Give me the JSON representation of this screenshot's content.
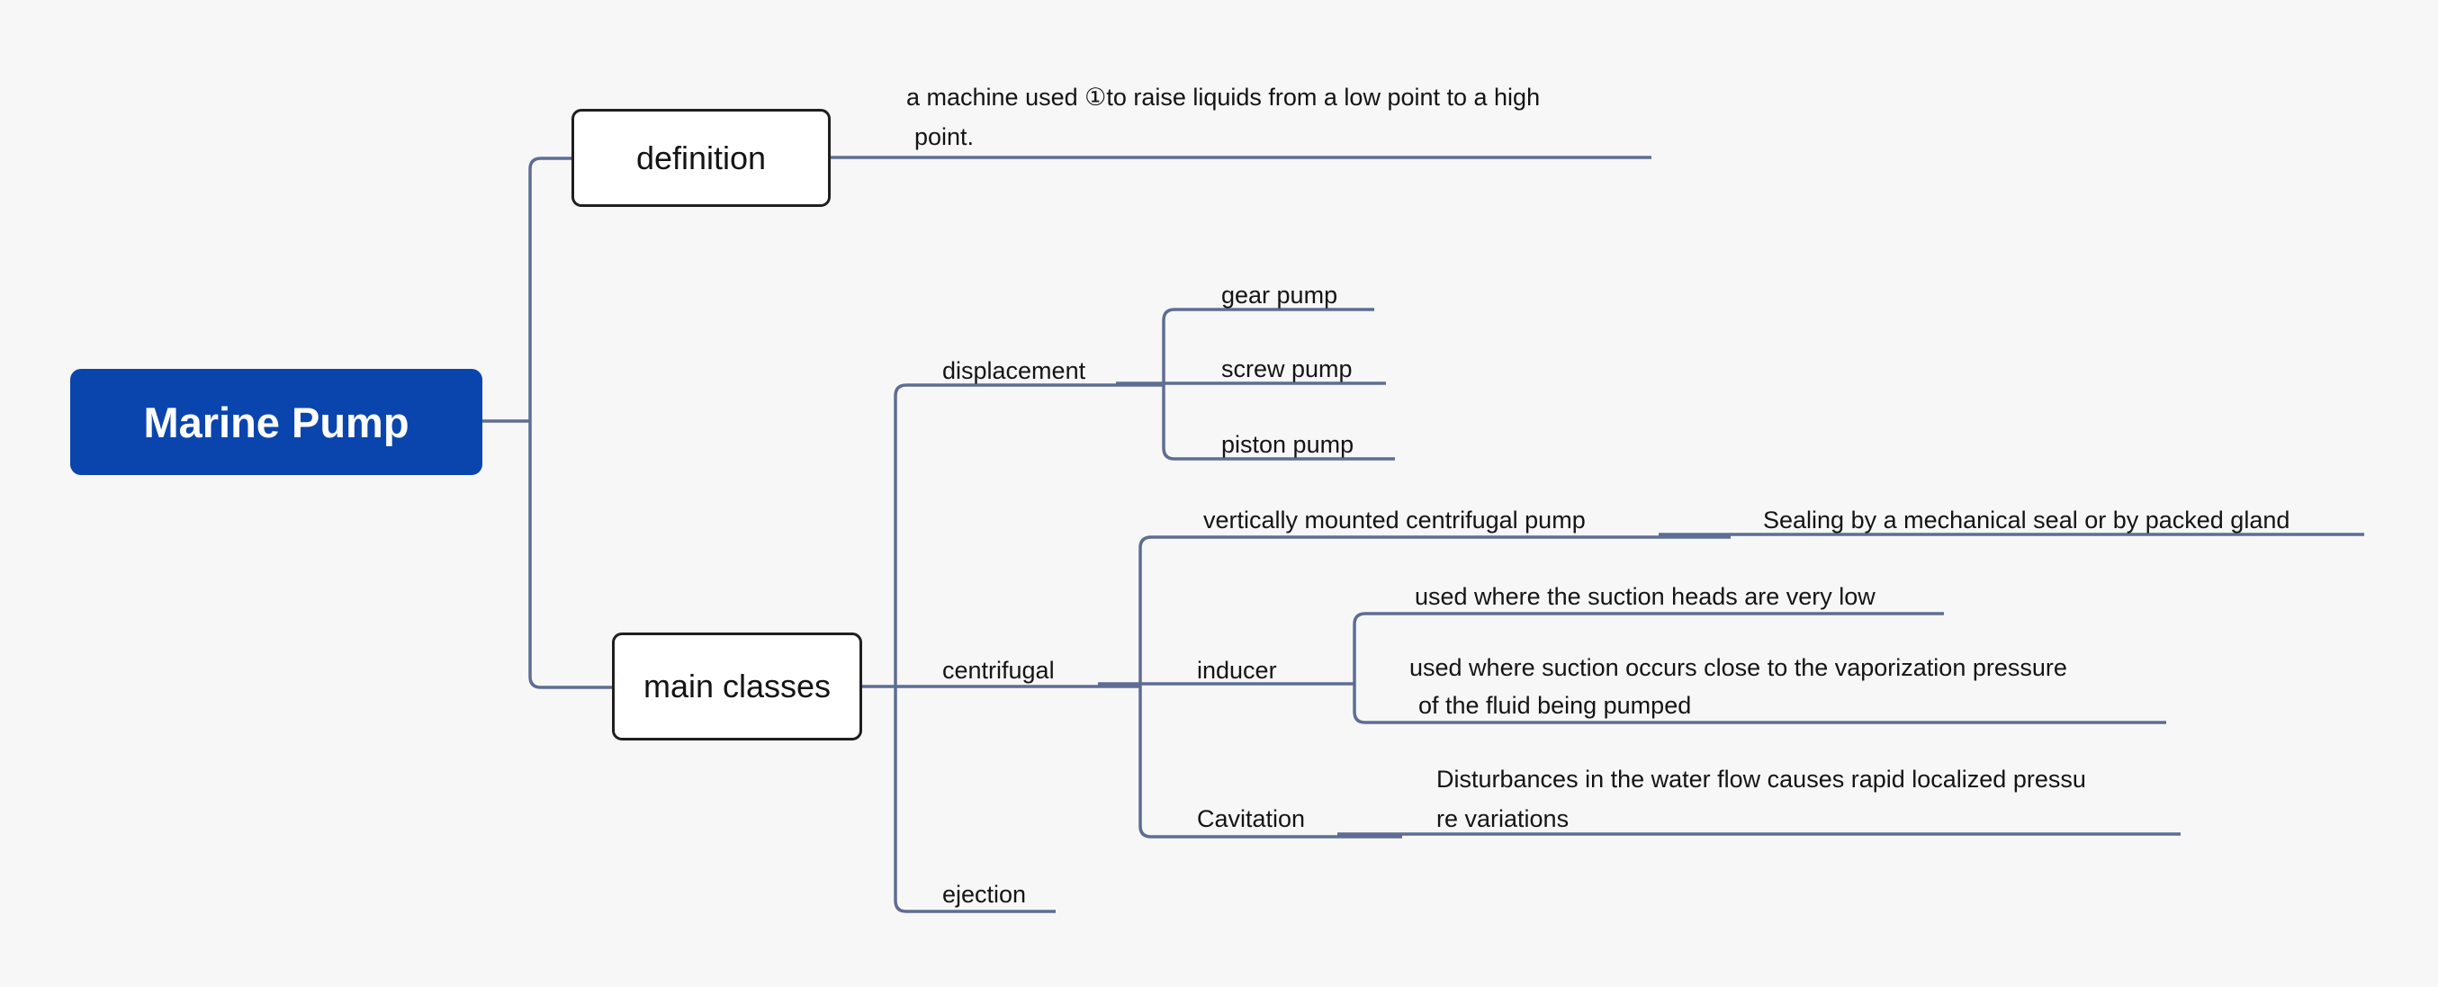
{
  "colors": {
    "canvas_bg": "#f7f7f8",
    "root_bg": "#0a45ad",
    "root_text": "#ffffff",
    "line": "#5e6d93",
    "box_bg": "#ffffff",
    "box_border": "#1f1f1f",
    "label_text": "#141414"
  },
  "root": {
    "label": "Marine Pump"
  },
  "branches": {
    "definition": {
      "label": "definition",
      "note": {
        "line1": "a machine used ①to raise liquids from a low point to a high",
        "line2": "point."
      }
    },
    "main_classes": {
      "label": "main classes",
      "displacement": {
        "label": "displacement",
        "children": {
          "gear": {
            "label": "gear pump"
          },
          "screw": {
            "label": "screw pump"
          },
          "piston": {
            "label": "piston pump"
          }
        }
      },
      "centrifugal": {
        "label": "centrifugal",
        "vertically_mounted": {
          "label": "vertically mounted centrifugal pump",
          "sealing": {
            "label": "Sealing by a mechanical seal or by packed gland"
          }
        },
        "inducer": {
          "label": "inducer",
          "suction_heads": {
            "label": "used where the suction heads are very low"
          },
          "vaporization": {
            "line1": "used where suction occurs close to the vaporization pressure",
            "line2": "of the fluid being pumped"
          }
        },
        "cavitation": {
          "label": "Cavitation",
          "disturbances": {
            "line1": "Disturbances in the water flow causes rapid localized pressu",
            "line2": "re variations"
          }
        }
      },
      "ejection": {
        "label": "ejection"
      }
    }
  }
}
